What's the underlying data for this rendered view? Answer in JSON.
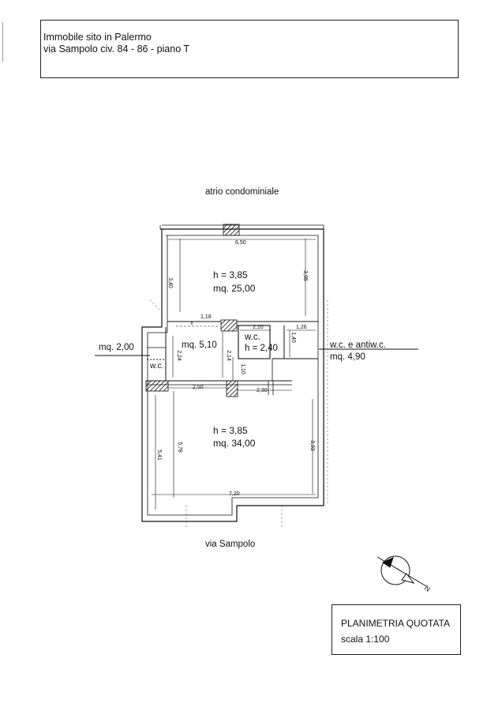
{
  "header": {
    "line1": "Immobile sito in Palermo",
    "line2": "via Sampolo civ. 84 - 86 - piano T"
  },
  "labels": {
    "atrio": "atrio condominiale",
    "street": "via Sampolo",
    "room1_h": "h = 3,85",
    "room1_area": "mq. 25,00",
    "corridor_area": "mq. 5,10",
    "wc1": "w.c.",
    "wc1_h": "h = 2,40",
    "wc_left": "w.c.",
    "wc_left_area": "mq. 2,00",
    "wc_right": "w.c. e antiw.c.",
    "wc_right_area": "mq. 4,90",
    "room2_h": "h = 3,85",
    "room2_area": "mq. 34,00",
    "compass": "N"
  },
  "dimensions": {
    "d650": "6,50",
    "d340": "3,40",
    "d395": "3,95",
    "d118": "1,18",
    "d210": "2,10",
    "d126": "1,26",
    "d140": "1,40",
    "d224": "2,24",
    "d214": "2,14",
    "d110": "1,10",
    "d250": "2,50",
    "d230": "2,30",
    "d541": "5,41",
    "d578": "5,78",
    "d393": "3,93",
    "d720": "7,20"
  },
  "title_block": {
    "title": "PLANIMETRIA QUOTATA",
    "scale": "scala 1:100"
  }
}
